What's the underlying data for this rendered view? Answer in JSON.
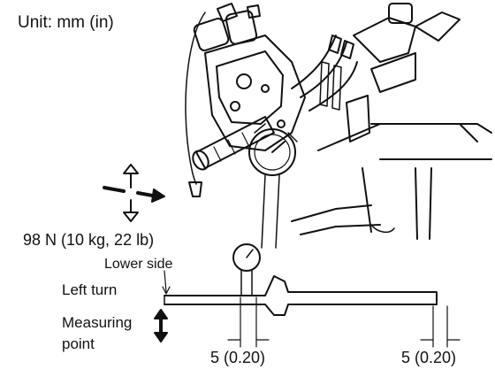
{
  "labels": {
    "unit": "Unit: mm (in)",
    "force": "98 N (10 kg, 22 lb)",
    "lower_side": "Lower side",
    "left_turn": "Left turn",
    "measuring": "Measuring",
    "point": "point",
    "dim_left": "5 (0.20)",
    "dim_right": "5 (0.20)"
  },
  "colors": {
    "ink": "#111111",
    "paper": "#ffffff"
  }
}
